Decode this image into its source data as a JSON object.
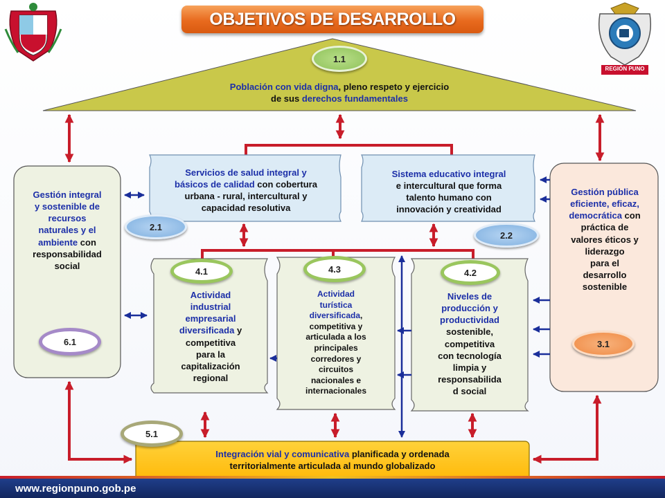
{
  "title": "OBJETIVOS DE DESARROLLO",
  "logo_right": {
    "text": "REGIÓN PUNO"
  },
  "footer": {
    "url": "www.regionpuno.gob.pe"
  },
  "colors": {
    "roof": "#c9c84a",
    "light_blue_box": "#dcebf6",
    "green_box": "#eef2e2",
    "peach_box": "#fbe8dc",
    "yellow_box": "#ffc20e",
    "arrow_red": "#c81d2a",
    "arrow_blue": "#1a2e9a",
    "badge_green": "#8fc25a",
    "badge_blue": "#7fb0e0",
    "badge_orange": "#f08a44",
    "badge_purple": "#a58ac8"
  },
  "badges": {
    "b11": "1.1",
    "b21": "2.1",
    "b22": "2.2",
    "b31": "3.1",
    "b41": "4.1",
    "b42": "4.2",
    "b43": "4.3",
    "b51": "5.1",
    "b61": "6.1"
  },
  "roof": {
    "part1": "Población con vida digna",
    "part2": ", pleno respeto y ejercicio",
    "part3": "de sus ",
    "part4": "derechos fundamentales"
  },
  "salud": {
    "a": "Servicios de salud integral y",
    "b": "básicos de calidad",
    "c": " con cobertura",
    "d": "urbana - rural, intercultural y",
    "e": "capacidad resolutiva"
  },
  "educativo": {
    "a": "Sistema educativo integral",
    "b": "e intercultural que forma",
    "c": "talento humano con",
    "d": "innovación y creatividad"
  },
  "gestion_integral": {
    "a": "Gestión integral",
    "b": "y sostenible de",
    "c": "recursos",
    "d": "naturales y el",
    "e": "ambiente",
    "f": " con",
    "g": "responsabilidad",
    "h": "social"
  },
  "gestion_publica": {
    "a": "Gestión pública",
    "b": "eficiente, eficaz,",
    "c": "democrática",
    "d": " con",
    "e": "práctica de",
    "f": "valores éticos y",
    "g": "liderazgo",
    "h": "para el",
    "i": "desarrollo",
    "j": "sostenible"
  },
  "industrial": {
    "a": "Actividad",
    "b": "industrial",
    "c": "empresarial",
    "d": "diversificada",
    "e": " y",
    "f": "competitiva",
    "g": "para la",
    "h": "capitalización",
    "i": "regional"
  },
  "turistica": {
    "a": "Actividad",
    "b": "turística",
    "c": "diversificada",
    "d": ",",
    "e": "competitiva y",
    "f": "articulada a los",
    "g": "principales",
    "h": "corredores y",
    "i": "circuitos",
    "j": "nacionales e",
    "k": "internacionales"
  },
  "produccion": {
    "a": "Niveles de",
    "b": "producción y",
    "c": "productividad",
    "d": "sostenible,",
    "e": "competitiva",
    "f": "con tecnología",
    "g": "limpia y",
    "h": "responsabilida",
    "i": "d social"
  },
  "vial": {
    "a": "Integración vial y comunicativa",
    "b": " planificada y ordenada",
    "c": "territorialmente  articulada al mundo globalizado"
  }
}
